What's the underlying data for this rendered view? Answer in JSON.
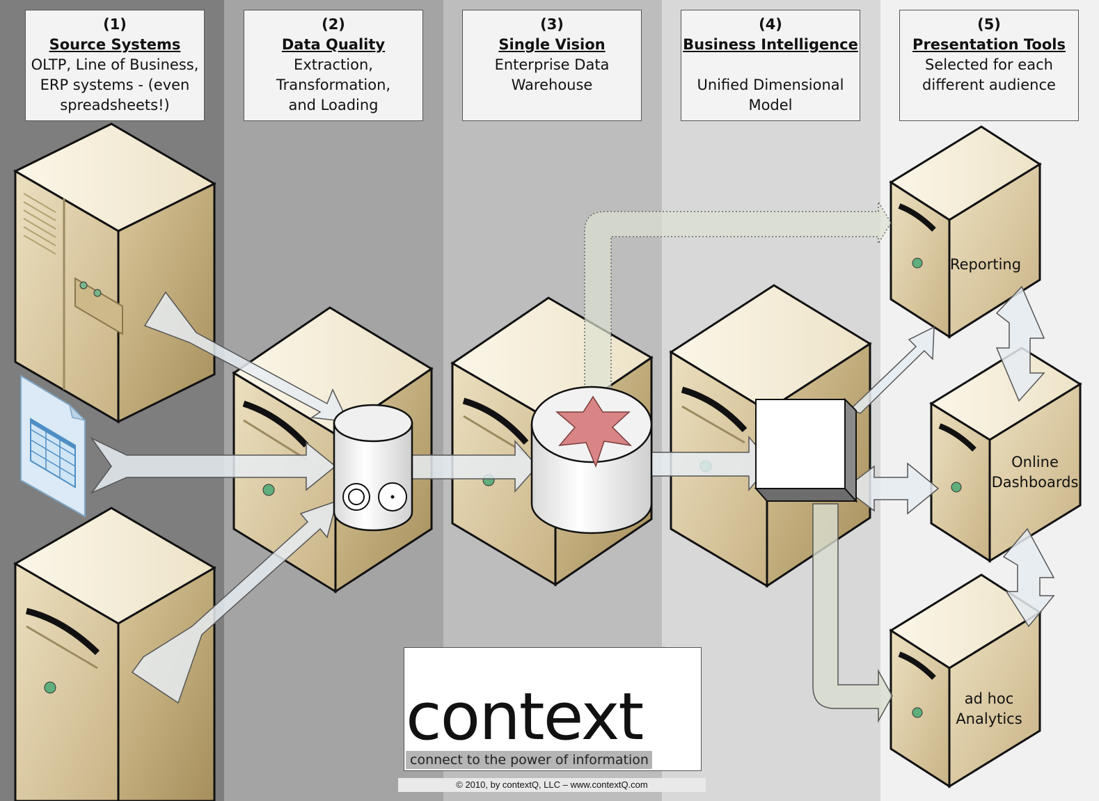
{
  "columns": [
    {
      "num": "(1)",
      "title": "Source Systems",
      "desc": "OLTP, Line of Business,\nERP systems - (even\nspreadsheets!)"
    },
    {
      "num": "(2)",
      "title": "Data Quality",
      "desc": "Extraction,\nTransformation,\nand Loading"
    },
    {
      "num": "(3)",
      "title": "Single Vision",
      "desc": "Enterprise Data\nWarehouse"
    },
    {
      "num": "(4)",
      "title": "Business Intelligence",
      "desc": "\nUnified Dimensional\nModel"
    },
    {
      "num": "(5)",
      "title": "Presentation Tools",
      "desc": "Selected for each\ndifferent audience"
    }
  ],
  "servers": {
    "reporting": "Reporting",
    "dashboards": "Online\nDashboards",
    "analytics": "ad hoc\nAnalytics"
  },
  "logo": {
    "tagline": "connect to the power of information",
    "copyright": "© 2010, by contextQ, LLC          –          www.contextQ.com"
  },
  "colors": {
    "col1": "#7e7e7e",
    "col2": "#a4a4a4",
    "col3": "#bdbdbd",
    "col4": "#d8d8d8",
    "col5": "#f1f1f1",
    "server_front": "#d8c7a0",
    "star": "#d98585"
  }
}
